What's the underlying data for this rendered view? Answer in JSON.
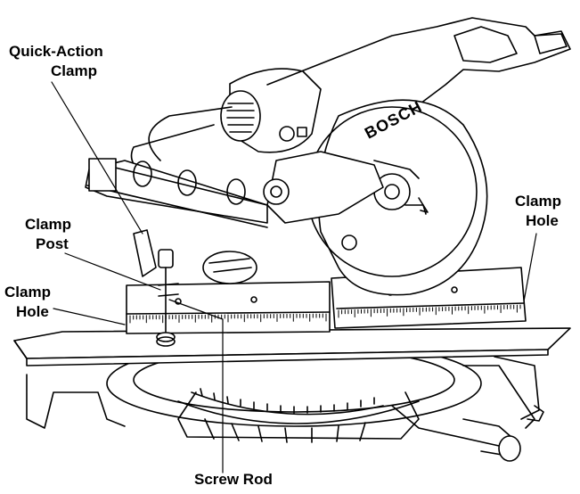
{
  "labels": {
    "quick_action_clamp_line1": "Quick-Action",
    "quick_action_clamp_line2": "Clamp",
    "clamp_post_line1": "Clamp",
    "clamp_post_line2": "Post",
    "clamp_hole_right_line1": "Clamp",
    "clamp_hole_right_line2": "Hole",
    "clamp_hole_left_line1": "Clamp",
    "clamp_hole_left_line2": "Hole",
    "screw_rod": "Screw Rod"
  },
  "saw": {
    "brand": "BOSCH"
  },
  "colors": {
    "ink": "#000000",
    "paper": "#ffffff"
  }
}
